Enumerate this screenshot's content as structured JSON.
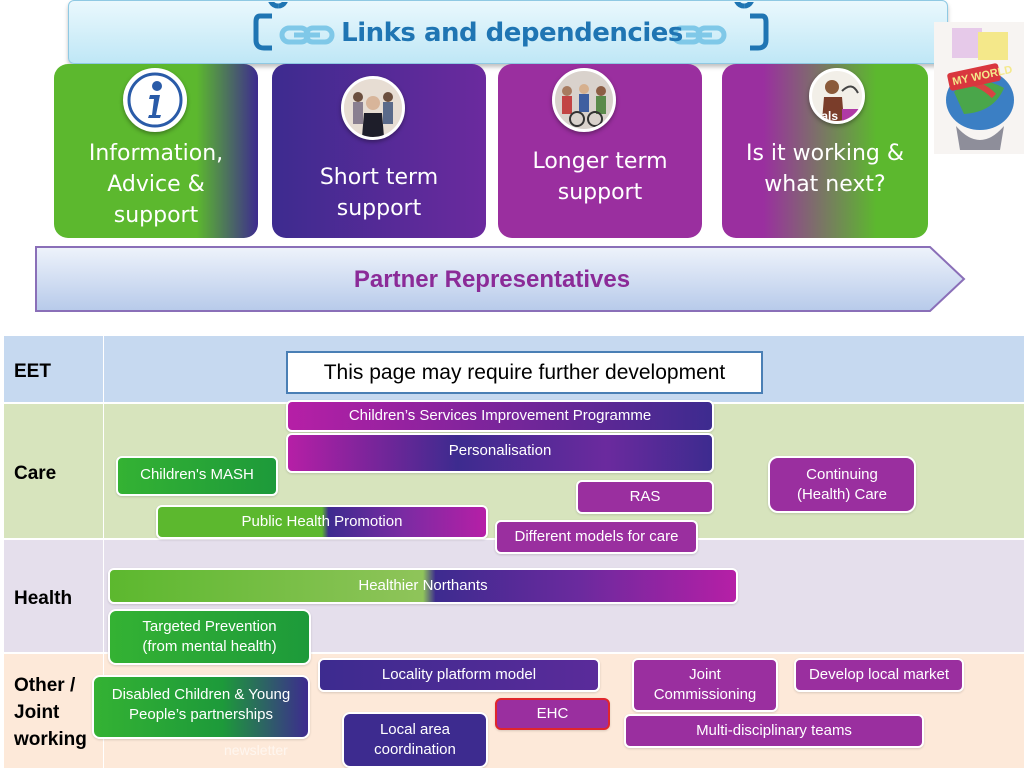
{
  "header": {
    "title": "Links and dependencies"
  },
  "stages": [
    {
      "label": "Information, Advice & support",
      "icon": "info-icon"
    },
    {
      "label": "Short term support",
      "icon": "people-photo"
    },
    {
      "label": "Longer term support",
      "icon": "group-photo"
    },
    {
      "label": "Is it working & what next?",
      "icon": "goals-photo"
    }
  ],
  "sidebar_image": {
    "caption": "MY WORLD"
  },
  "goals_caption": "oals",
  "partner_arrow": {
    "label": "Partner Representatives"
  },
  "rows": {
    "eet": "EET",
    "care": "Care",
    "health": "Health",
    "other_line1": "Other /",
    "other_line2": "Joint",
    "other_line3": "working"
  },
  "notice": "This page may require further development",
  "boxes": {
    "csip": "Children’s Services Improvement Programme",
    "personalisation": "Personalisation",
    "mash": "Children's MASH",
    "continuing_1": "Continuing",
    "continuing_2": "(Health) Care",
    "ras": "RAS",
    "public_health": "Public Health Promotion",
    "different_models": "Different models for care",
    "healthier": "Healthier Northants",
    "targeted_1": "Targeted Prevention",
    "targeted_2": "(from mental health)",
    "locality": "Locality platform model",
    "joint_comm_1": "Joint",
    "joint_comm_2": "Commissioning",
    "local_market": "Develop local market",
    "disabled_1": "Disabled Children & Young",
    "disabled_2": "People’s partnerships",
    "ehc": "EHC",
    "multi": "Multi-disciplinary teams",
    "local_area_1": "Local area",
    "local_area_2": "coordination",
    "newsletter": "newsletter"
  },
  "colors": {
    "green": "#5cb82e",
    "purple": "#9a2f9f",
    "dark_purple": "#3d2b8f",
    "title_blue": "#1f75b3",
    "eet_bg": "#c6d9f0",
    "care_bg": "#d7e4bd",
    "health_bg": "#e5dfec",
    "other_bg": "#fde9d9"
  }
}
